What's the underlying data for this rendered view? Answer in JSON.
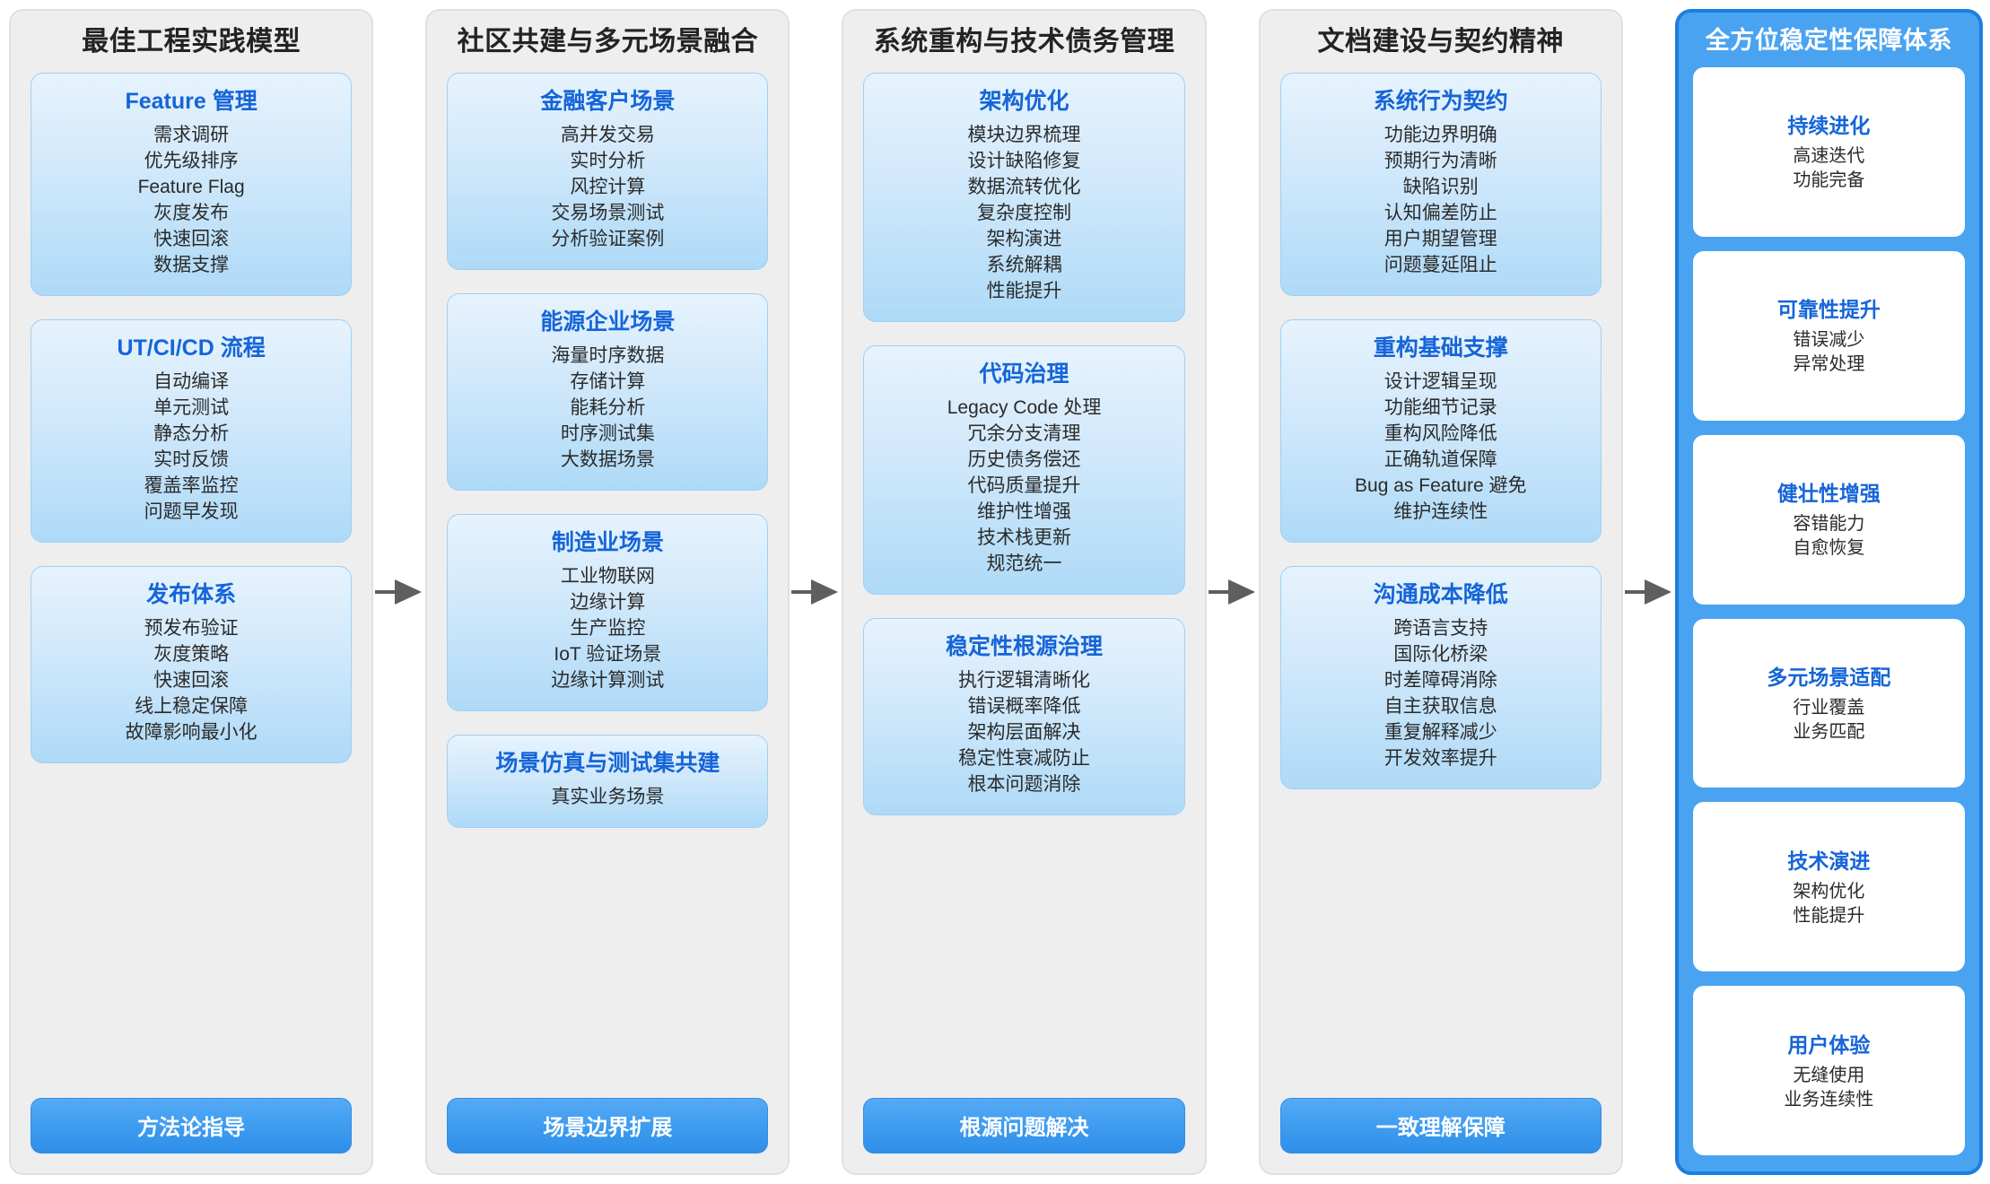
{
  "diagram": {
    "arrow_color": "#5f5f5f",
    "accent_color": "#1565d8",
    "panel_bg": "#eeeeee",
    "final_panel_bg": "#4aa3f0",
    "arrow_icon": "arrow-right-icon"
  },
  "stages": [
    {
      "title": "最佳工程实践模型",
      "cards": [
        {
          "title": "Feature 管理",
          "items": [
            "需求调研",
            "优先级排序",
            "Feature Flag",
            "灰度发布",
            "快速回滚",
            "数据支撑"
          ]
        },
        {
          "title": "UT/CI/CD 流程",
          "items": [
            "自动编译",
            "单元测试",
            "静态分析",
            "实时反馈",
            "覆盖率监控",
            "问题早发现"
          ]
        },
        {
          "title": "发布体系",
          "items": [
            "预发布验证",
            "灰度策略",
            "快速回滚",
            "线上稳定保障",
            "故障影响最小化"
          ]
        }
      ],
      "footer": "方法论指导"
    },
    {
      "title": "社区共建与多元场景融合",
      "cards": [
        {
          "title": "金融客户场景",
          "items": [
            "高并发交易",
            "实时分析",
            "风控计算",
            "交易场景测试",
            "分析验证案例"
          ]
        },
        {
          "title": "能源企业场景",
          "items": [
            "海量时序数据",
            "存储计算",
            "能耗分析",
            "时序测试集",
            "大数据场景"
          ]
        },
        {
          "title": "制造业场景",
          "items": [
            "工业物联网",
            "边缘计算",
            "生产监控",
            "IoT 验证场景",
            "边缘计算测试"
          ]
        },
        {
          "title": "场景仿真与测试集共建",
          "items": [
            "真实业务场景"
          ]
        }
      ],
      "footer": "场景边界扩展"
    },
    {
      "title": "系统重构与技术债务管理",
      "cards": [
        {
          "title": "架构优化",
          "items": [
            "模块边界梳理",
            "设计缺陷修复",
            "数据流转优化",
            "复杂度控制",
            "架构演进",
            "系统解耦",
            "性能提升"
          ]
        },
        {
          "title": "代码治理",
          "items": [
            "Legacy Code 处理",
            "冗余分支清理",
            "历史债务偿还",
            "代码质量提升",
            "维护性增强",
            "技术栈更新",
            "规范统一"
          ]
        },
        {
          "title": "稳定性根源治理",
          "items": [
            "执行逻辑清晰化",
            "错误概率降低",
            "架构层面解决",
            "稳定性衰减防止",
            "根本问题消除"
          ]
        }
      ],
      "footer": "根源问题解决"
    },
    {
      "title": "文档建设与契约精神",
      "cards": [
        {
          "title": "系统行为契约",
          "items": [
            "功能边界明确",
            "预期行为清晰",
            "缺陷识别",
            "认知偏差防止",
            "用户期望管理",
            "问题蔓延阻止"
          ]
        },
        {
          "title": "重构基础支撑",
          "items": [
            "设计逻辑呈现",
            "功能细节记录",
            "重构风险降低",
            "正确轨道保障",
            "Bug as Feature 避免",
            "维护连续性"
          ]
        },
        {
          "title": "沟通成本降低",
          "items": [
            "跨语言支持",
            "国际化桥梁",
            "时差障碍消除",
            "自主获取信息",
            "重复解释减少",
            "开发效率提升"
          ]
        }
      ],
      "footer": "一致理解保障"
    }
  ],
  "final_stage": {
    "title": "全方位稳定性保障体系",
    "cards": [
      {
        "title": "持续进化",
        "items": [
          "高速迭代",
          "功能完备"
        ]
      },
      {
        "title": "可靠性提升",
        "items": [
          "错误减少",
          "异常处理"
        ]
      },
      {
        "title": "健壮性增强",
        "items": [
          "容错能力",
          "自愈恢复"
        ]
      },
      {
        "title": "多元场景适配",
        "items": [
          "行业覆盖",
          "业务匹配"
        ]
      },
      {
        "title": "技术演进",
        "items": [
          "架构优化",
          "性能提升"
        ]
      },
      {
        "title": "用户体验",
        "items": [
          "无缝使用",
          "业务连续性"
        ]
      }
    ]
  }
}
